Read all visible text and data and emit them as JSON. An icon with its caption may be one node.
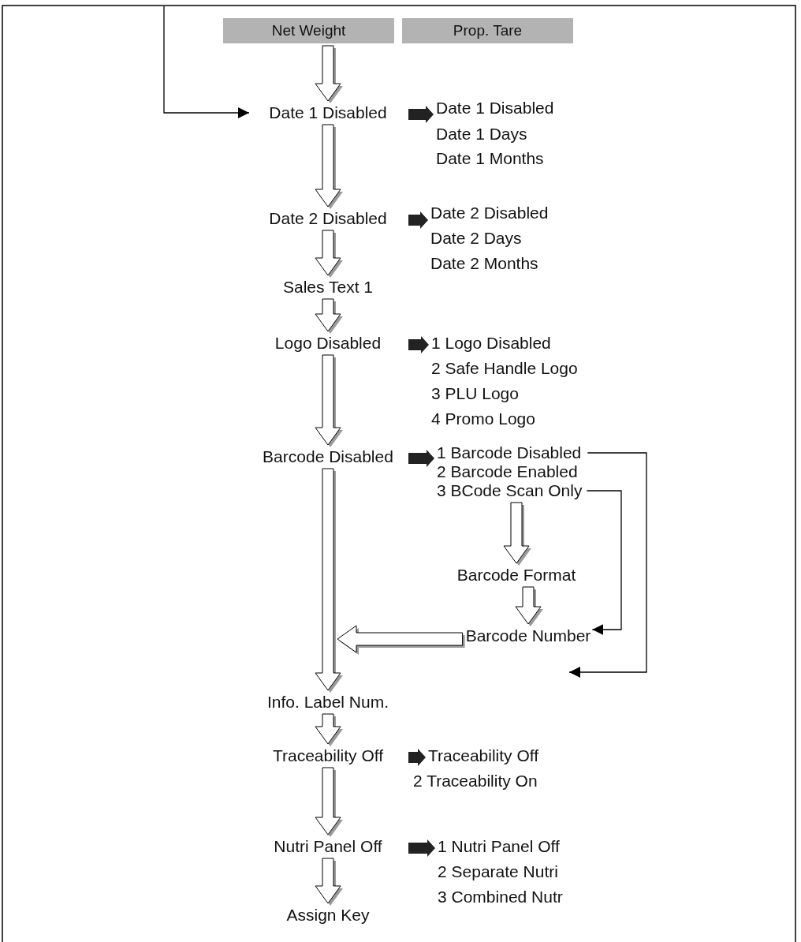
{
  "diagram": {
    "nodes": [
      {
        "text": [
          "Net Weight"
        ]
      },
      {
        "text": [
          "Prop. Tare"
        ]
      },
      {
        "text": [
          "Date 1 Disabled"
        ]
      },
      {
        "text": [
          "Date 1 Disabled"
        ]
      },
      {
        "text": [
          "Date 1 Days"
        ]
      },
      {
        "text": [
          "Date 1 Months"
        ]
      },
      {
        "text": [
          "Date 2 Disabled"
        ]
      },
      {
        "text": [
          "Date 2 Disabled"
        ]
      },
      {
        "text": [
          "Date 2 Days"
        ]
      },
      {
        "text": [
          "Date 2 Months"
        ]
      },
      {
        "text": [
          "Sales Text 1"
        ]
      },
      {
        "text": [
          "Logo Disabled"
        ]
      },
      {
        "text": [
          "1 Logo Disabled"
        ]
      },
      {
        "text": [
          "2 Safe Handle Logo"
        ]
      },
      {
        "text": [
          "3 PLU Logo"
        ]
      },
      {
        "text": [
          "4 Promo Logo"
        ]
      },
      {
        "text": [
          "Barcode Disabled"
        ]
      },
      {
        "text": [
          "1 Barcode Disabled"
        ]
      },
      {
        "text": [
          "2 Barcode Enabled"
        ]
      },
      {
        "text": [
          "3 BCode Scan Only"
        ]
      },
      {
        "text": [
          "Barcode Format"
        ]
      },
      {
        "text": [
          "Barcode Number"
        ]
      },
      {
        "text": [
          "Info. Label Num."
        ]
      },
      {
        "text": [
          "Traceability Off"
        ]
      },
      {
        "text": [
          "Traceability Off"
        ]
      },
      {
        "text": [
          "2 Traceability On"
        ]
      },
      {
        "text": [
          "Nutri Panel Off"
        ]
      },
      {
        "text": [
          "1 Nutri Panel Off"
        ]
      },
      {
        "text": [
          "2 Separate Nutri"
        ]
      },
      {
        "text": [
          "3 Combined Nutr"
        ]
      },
      {
        "text": [
          "Assign Key"
        ]
      }
    ],
    "edges": [
      {
        "from": null,
        "to": 2,
        "arrow": "to",
        "color": "#000000"
      },
      {
        "from": 0,
        "to": 2,
        "arrow": "to"
      },
      {
        "from": 2,
        "to": 3,
        "arrow": "to",
        "style": "thick"
      },
      {
        "from": 2,
        "to": 6,
        "arrow": "to"
      },
      {
        "from": 6,
        "to": 7,
        "arrow": "to",
        "style": "thick"
      },
      {
        "from": 6,
        "to": 10,
        "arrow": "to"
      },
      {
        "from": 10,
        "to": 11,
        "arrow": "to"
      },
      {
        "from": 11,
        "to": 12,
        "arrow": "to",
        "style": "thick"
      },
      {
        "from": 11,
        "to": 16,
        "arrow": "to"
      },
      {
        "from": 16,
        "to": 17,
        "arrow": "to",
        "style": "thick"
      },
      {
        "from": 16,
        "to": 22,
        "arrow": "to"
      },
      {
        "from": 17,
        "to": 21,
        "arrow": "to",
        "color": "#000000"
      },
      {
        "from": 19,
        "to": 21,
        "arrow": "to",
        "color": "#000000"
      },
      {
        "from": 19,
        "to": 20,
        "arrow": "to"
      },
      {
        "from": 20,
        "to": 21,
        "arrow": "to"
      },
      {
        "from": 21,
        "to": null,
        "arrow": "to"
      },
      {
        "from": 22,
        "to": 23,
        "arrow": "to"
      },
      {
        "from": 23,
        "to": 24,
        "arrow": "to",
        "style": "thick"
      },
      {
        "from": 23,
        "to": 26,
        "arrow": "to"
      },
      {
        "from": 26,
        "to": 27,
        "arrow": "to",
        "style": "thick"
      },
      {
        "from": 26,
        "to": 30,
        "arrow": "to"
      }
    ]
  }
}
